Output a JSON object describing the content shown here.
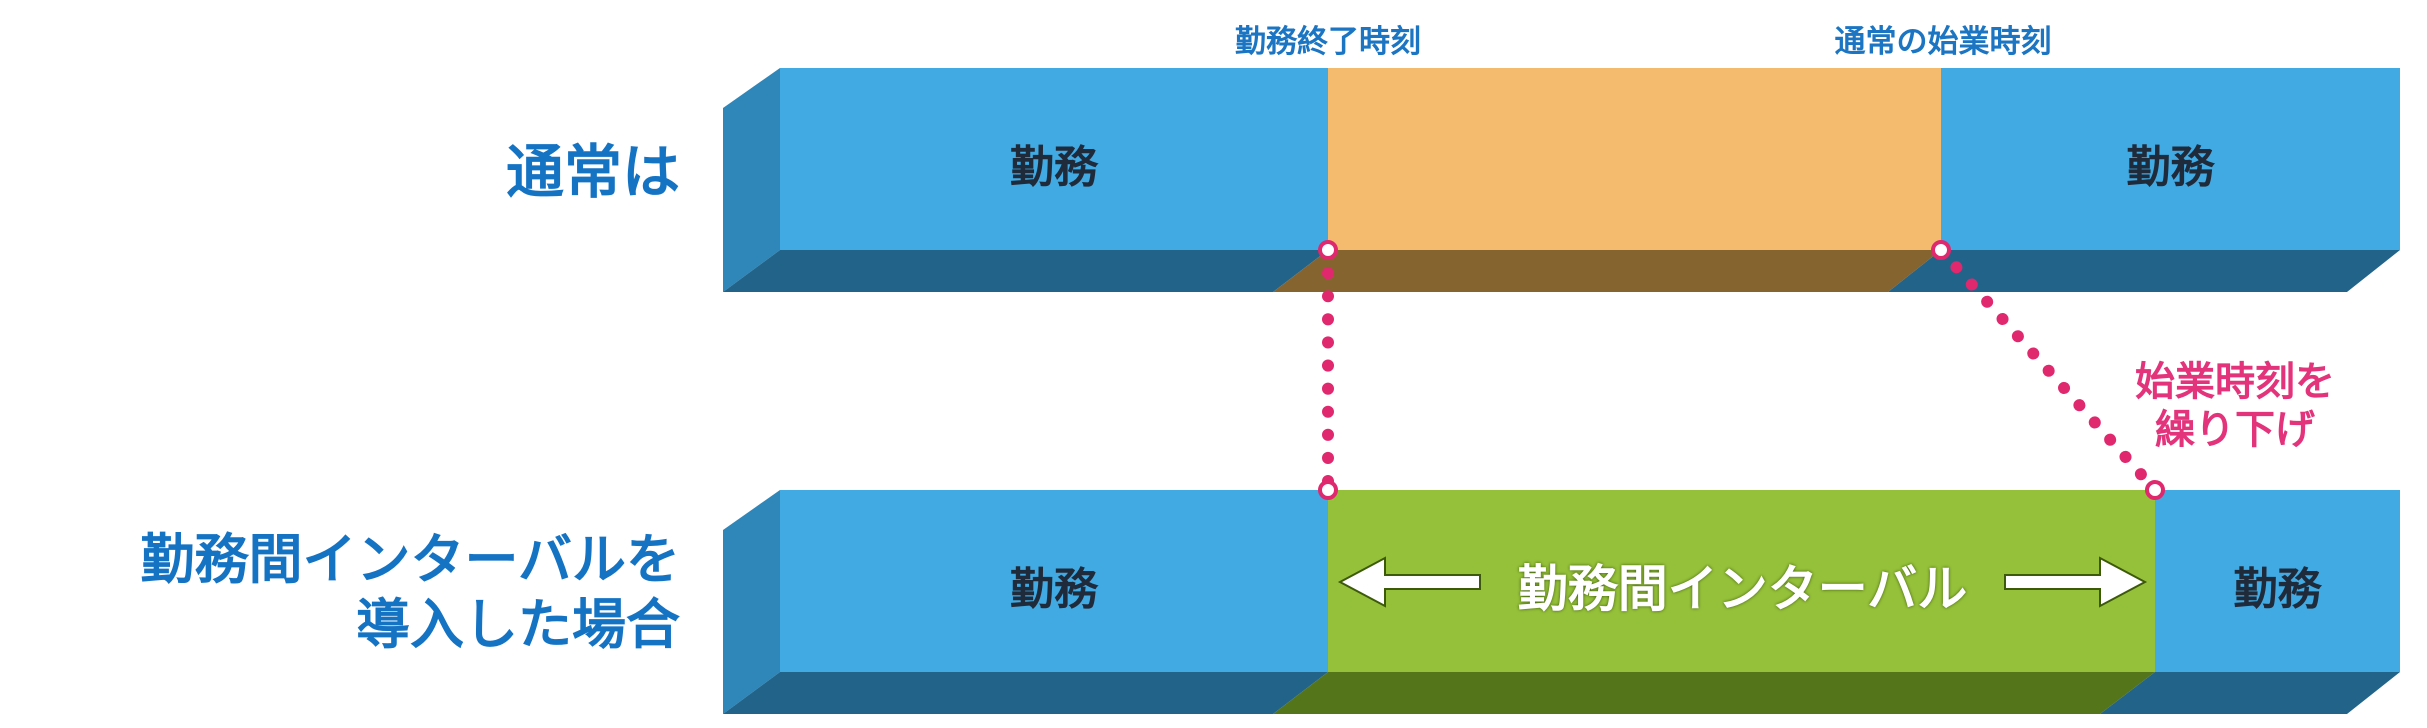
{
  "labels": {
    "row_normal": "通常は",
    "row_interval_line1": "勤務間インターバルを",
    "row_interval_line2": "導入した場合",
    "work_end_time": "勤務終了時刻",
    "normal_start_time": "通常の始業時刻",
    "work": "勤務",
    "interval": "勤務間インターバル",
    "note_line1": "始業時刻を",
    "note_line2": "繰り下げ"
  },
  "colors": {
    "work_front": "#41aae2",
    "work_side": "#2f86b8",
    "work_bottom": "#226389",
    "rest_front": "#f4bb6e",
    "rest_bottom": "#866430",
    "interval_front": "#95c13a",
    "interval_bottom": "#55751a",
    "label_blue": "#1573c4",
    "dot_pink": "#e0286e"
  }
}
